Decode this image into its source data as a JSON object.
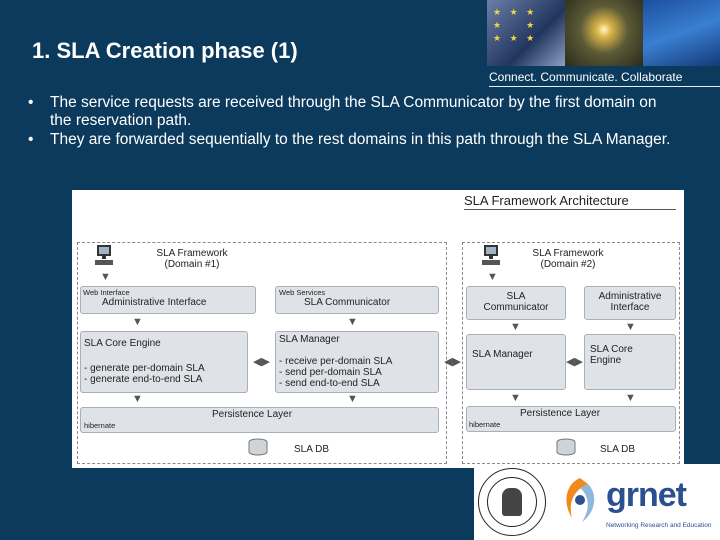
{
  "slide": {
    "title": "1. SLA Creation phase (1)",
    "tagline": "Connect. Communicate. Collaborate",
    "bullets": [
      {
        "mark": "•",
        "text": "The service requests are received through the SLA Communicator by the first domain on the reservation path."
      },
      {
        "mark": "•",
        "text": "They are forwarded sequentially to the rest domains in this path through the SLA Manager."
      }
    ]
  },
  "diagram": {
    "title": "SLA Framework Architecture",
    "domain1": {
      "name_line1": "SLA Framework",
      "name_line2": "(Domain #1)",
      "web_interface": "Web Interface",
      "admin_interface": "Administrative Interface",
      "web_services": "Web Services",
      "sla_communicator": "SLA Communicator",
      "core_engine": "SLA Core Engine",
      "core_line1": "- generate per-domain SLA",
      "core_line2": "- generate end-to-end SLA",
      "sla_manager": "SLA Manager",
      "mgr_line1": "- receive per-domain SLA",
      "mgr_line2": "- send per-domain SLA",
      "mgr_line3": "- send end-to-end SLA",
      "persistence": "Persistence Layer",
      "hibernate": "hibernate",
      "db": "SLA DB"
    },
    "domain2": {
      "name_line1": "SLA Framework",
      "name_line2": "(Domain #2)",
      "sla_comm_line1": "SLA",
      "sla_comm_line2": "Communicator",
      "admin_line1": "Administrative",
      "admin_line2": "Interface",
      "sla_manager": "SLA Manager",
      "core_line1": "SLA Core",
      "core_line2": "Engine",
      "persistence": "Persistence Layer",
      "hibernate": "hibernate",
      "db": "SLA DB"
    }
  },
  "logos": {
    "grnet_word": "grnet",
    "grnet_tag": "Networking Research and Education"
  }
}
